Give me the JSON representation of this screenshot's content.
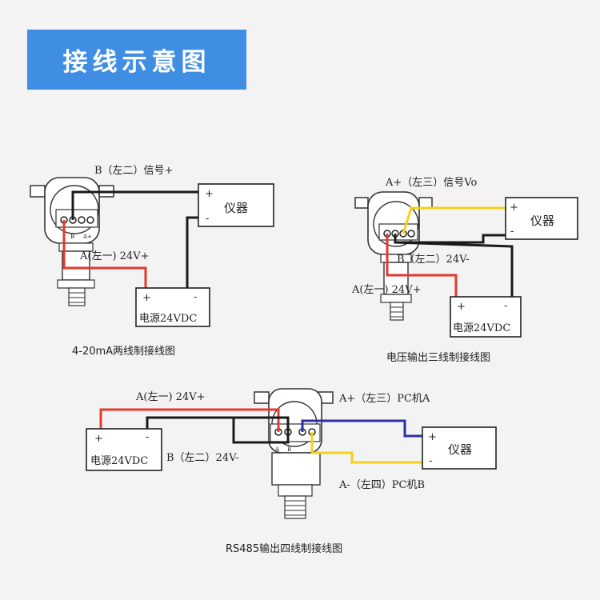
{
  "header": {
    "title": "接线示意图"
  },
  "colors": {
    "header_bg": "#3f8ee4",
    "red_wire": "#e23a2c",
    "black_wire": "#1a1a1a",
    "yellow_wire": "#f2d11b",
    "blue_wire": "#2a2fa8"
  },
  "diagram1": {
    "label_top": "B（左二）信号+",
    "label_mid": "A(左一) 24V+",
    "instrument": "仪器",
    "power": "电源24VDC",
    "plus": "+",
    "minus": "-",
    "caption": "4-20mA两线制接线图",
    "terminal_label_b": "B",
    "terminal_label_a": "A+"
  },
  "diagram2": {
    "label_top": "A+（左三）信号Vo",
    "label_mid": "B（左二）24V-",
    "label_low": "A(左一) 24V+",
    "instrument": "仪器",
    "power": "电源24VDC",
    "plus": "+",
    "minus": "-",
    "caption": "电压输出三线制接线图"
  },
  "diagram3": {
    "label_top_left": "A(左一) 24V+",
    "label_top_right": "A+（左三）PC机A",
    "label_mid_left": "B（左二）24V-",
    "label_low_right": "A-（左四）PC机B",
    "instrument": "仪器",
    "power": "电源24VDC",
    "plus": "+",
    "minus": "-",
    "caption": "RS485输出四线制接线图",
    "terminal_a": "A",
    "terminal_b": "B"
  }
}
